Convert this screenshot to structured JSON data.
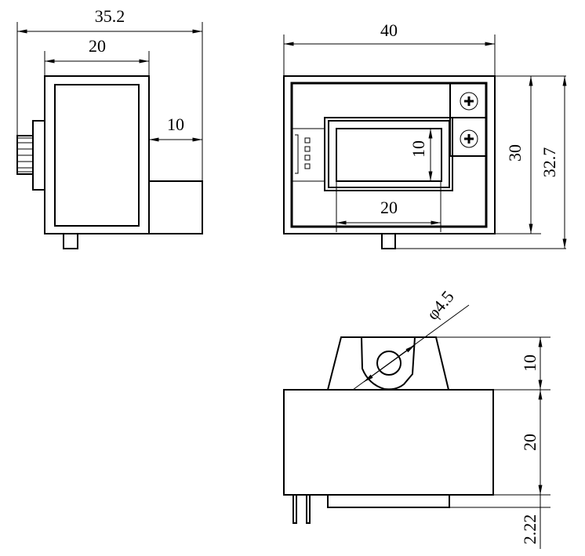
{
  "views": {
    "side": {
      "overall_width": "35.2",
      "body_width": "20",
      "block_width": "10"
    },
    "front": {
      "overall_width": "40",
      "window_height": "10",
      "window_width": "20",
      "body_height": "30",
      "overall_height": "32.7"
    },
    "bottom": {
      "hole_diameter": "φ4.5",
      "lug_height": "10",
      "body_height": "20",
      "pin_offset": "2.22"
    }
  }
}
